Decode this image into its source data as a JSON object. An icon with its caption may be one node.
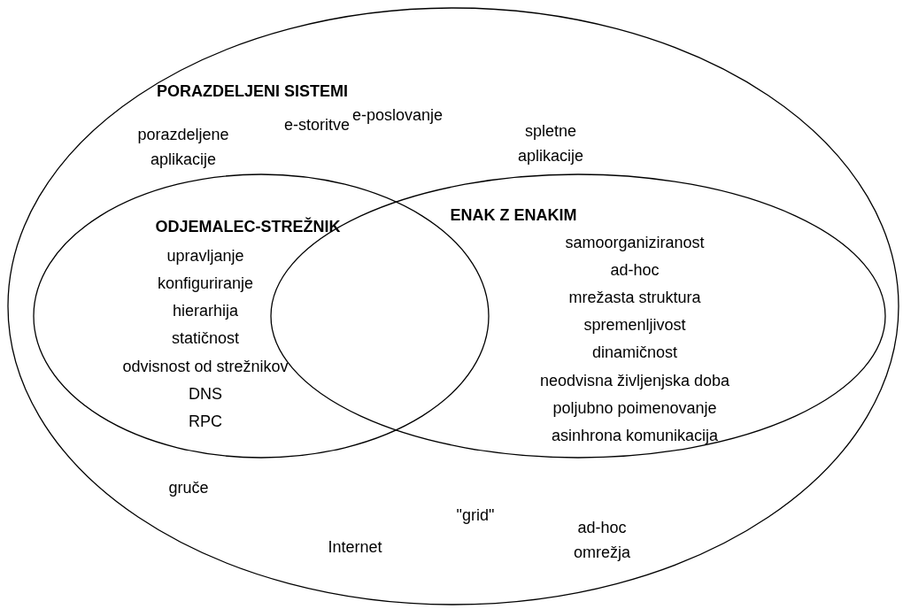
{
  "diagram": {
    "nodes": [
      {
        "text": [
          "PORAZDELJENI SISTEMI",
          "e-poslovanje",
          "e-storitve",
          "porazdeljene aplikacije",
          "spletne aplikacije",
          "gruče",
          "\"grid\"",
          "Internet",
          "ad-hoc omrežja"
        ]
      },
      {
        "text": [
          "ODJEMALEC-STREŽNIK",
          "upravljanje",
          "konfiguriranje",
          "hierarhija",
          "statičnost",
          "odvisnost od strežnikov",
          "DNS",
          "RPC"
        ],
        "in": 0
      },
      {
        "text": [
          "ENAK Z ENAKIM",
          "samoorganiziranost",
          "ad-hoc",
          "mrežasta struktura",
          "spremenljivost",
          "dinamičnost",
          "neodvisna življenjska doba",
          "poljubno poimenovanje",
          "asinhrona komunikacija"
        ],
        "in": 0
      }
    ]
  }
}
